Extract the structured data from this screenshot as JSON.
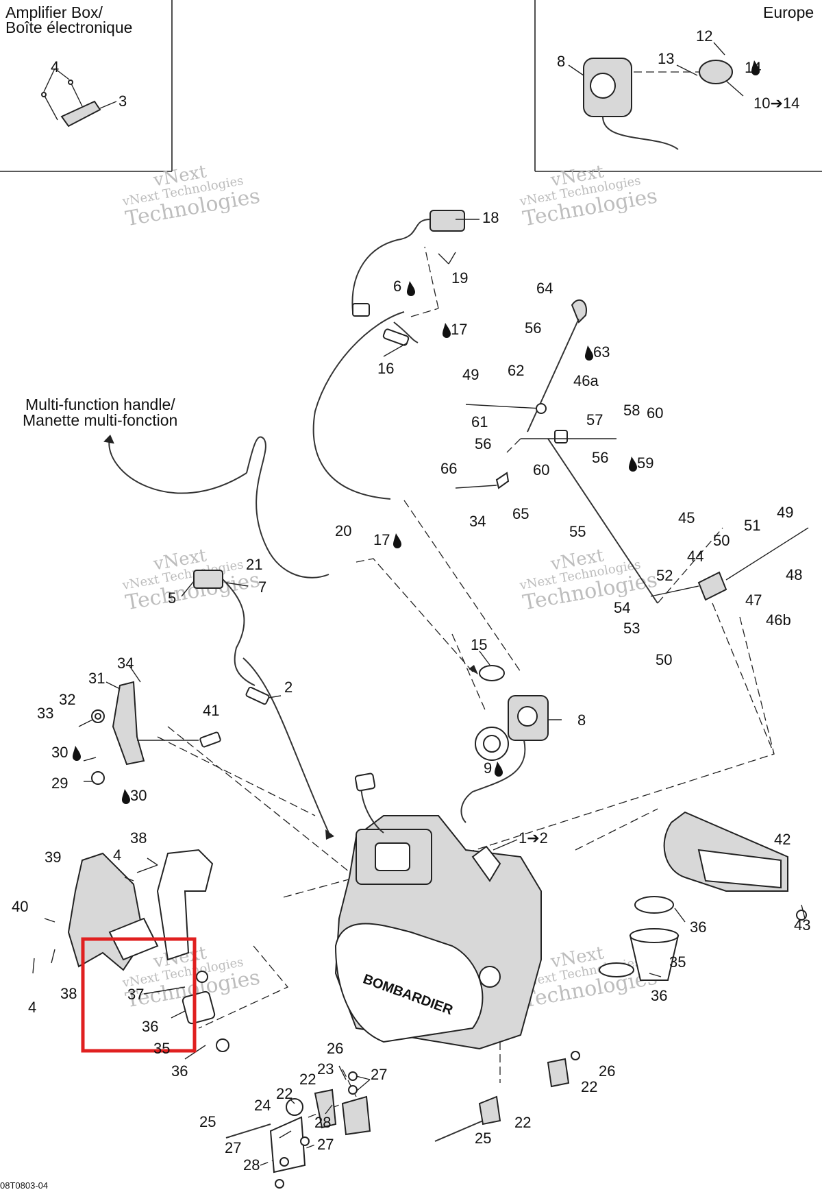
{
  "regions": {
    "amplifier_box": [
      "Amplifier Box/",
      "Boîte électronique"
    ],
    "europe": "Europe",
    "multi_function_handle": [
      "Multi-function handle/",
      "Manette multi-fonction"
    ]
  },
  "callouts": {
    "c4a": "4",
    "c3": "3",
    "c12": "12",
    "c8a": "8",
    "c13": "13",
    "c14a": "14",
    "c10to14": "10➔14",
    "c18": "18",
    "c19": "19",
    "c6": "6",
    "c17a": "17",
    "c16": "16",
    "c64": "64",
    "c56a": "56",
    "c63": "63",
    "c49a": "49",
    "c62": "62",
    "c46a": "46a",
    "c61": "61",
    "c57": "57",
    "c58": "58",
    "c60a": "60",
    "c56b": "56",
    "c60b": "60",
    "c56c": "56",
    "c59": "59",
    "c66": "66",
    "c34a": "34",
    "c65": "65",
    "c20": "20",
    "c17b": "17",
    "c55": "55",
    "c21": "21",
    "c45": "45",
    "c49b": "49",
    "c51": "51",
    "c50a": "50",
    "c44": "44",
    "c48": "48",
    "c52": "52",
    "c47": "47",
    "c54": "54",
    "c53": "53",
    "c46b": "46b",
    "c50b": "50",
    "c5": "5",
    "c7": "7",
    "c15": "15",
    "c2": "2",
    "c8b": "8",
    "c9": "9",
    "c34b": "34",
    "c31": "31",
    "c32": "32",
    "c33": "33",
    "c41": "41",
    "c30a": "30",
    "c29": "29",
    "c30b": "30",
    "c1to2": "1➔2",
    "c42": "42",
    "c43": "43",
    "c38a": "38",
    "c4b": "4",
    "c39": "39",
    "c40": "40",
    "c36a": "36",
    "c35a": "35",
    "c36b": "36",
    "c38b": "38",
    "c4c": "4",
    "c37": "37",
    "c36c": "36",
    "c35b": "35",
    "c36d": "36",
    "c26a": "26",
    "c23": "23",
    "c27a": "27",
    "c22a": "22",
    "c22b": "22",
    "c24": "24",
    "c28a": "28",
    "c25a": "25",
    "c27b": "27",
    "c27c": "27",
    "c28b": "28",
    "c26b": "26",
    "c22c": "22",
    "c22d": "22",
    "c25b": "25"
  },
  "watermark": {
    "line1": "vNext",
    "line2": "vNext Technologies",
    "line3": "Technologies"
  },
  "brand_on_engine": "BOMBARDIER",
  "footer": "08T0803-04",
  "highlight_color": "#e02020"
}
